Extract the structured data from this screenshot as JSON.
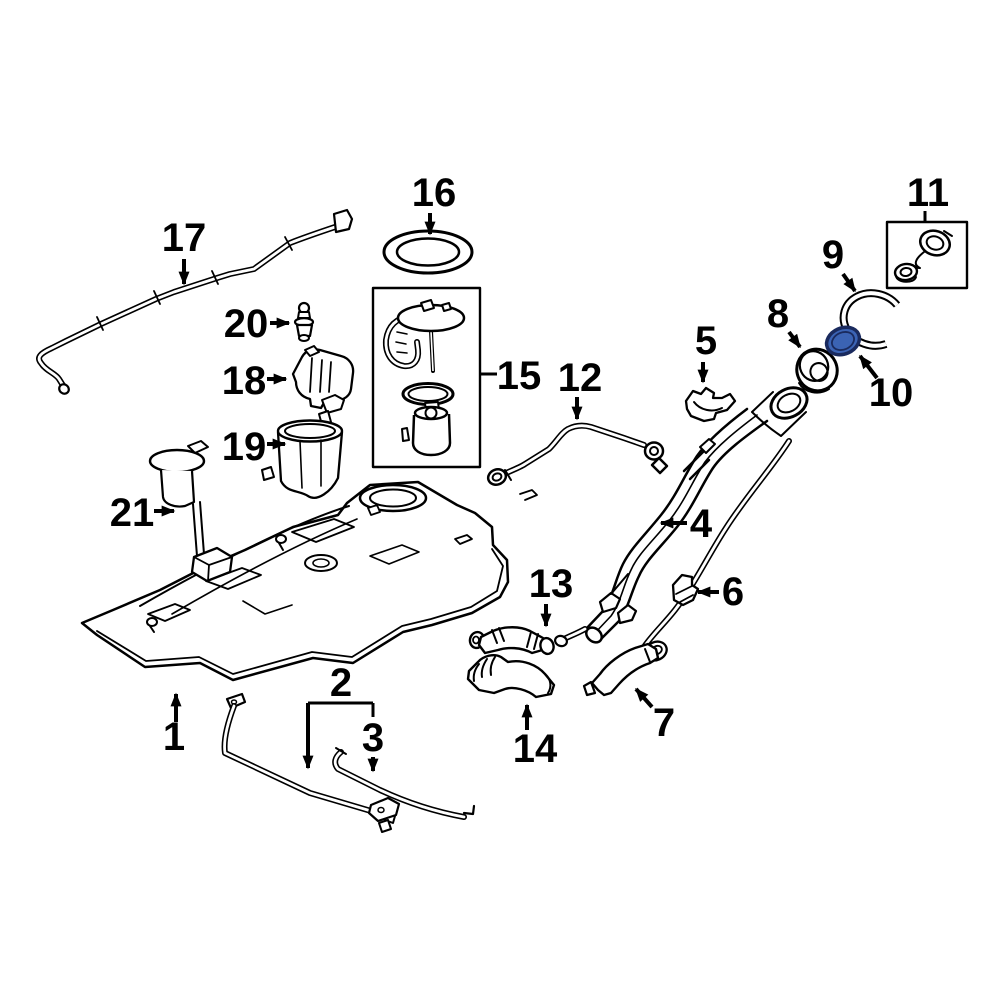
{
  "diagram": {
    "type": "exploded-parts-diagram",
    "subject": "fuel-tank-assembly",
    "background_color": "#ffffff",
    "line_color": "#000000",
    "highlight": {
      "applies_to_callout": "10",
      "fill": "#3b63b4",
      "stroke": "#1a2a5e"
    },
    "callouts": [
      {
        "id": 1,
        "label": "1"
      },
      {
        "id": 2,
        "label": "2"
      },
      {
        "id": 3,
        "label": "3"
      },
      {
        "id": 4,
        "label": "4"
      },
      {
        "id": 5,
        "label": "5"
      },
      {
        "id": 6,
        "label": "6"
      },
      {
        "id": 7,
        "label": "7"
      },
      {
        "id": 8,
        "label": "8"
      },
      {
        "id": 9,
        "label": "9"
      },
      {
        "id": 10,
        "label": "10"
      },
      {
        "id": 11,
        "label": "11"
      },
      {
        "id": 12,
        "label": "12"
      },
      {
        "id": 13,
        "label": "13"
      },
      {
        "id": 14,
        "label": "14"
      },
      {
        "id": 15,
        "label": "15"
      },
      {
        "id": 16,
        "label": "16"
      },
      {
        "id": 17,
        "label": "17"
      },
      {
        "id": 18,
        "label": "18"
      },
      {
        "id": 19,
        "label": "19"
      },
      {
        "id": 20,
        "label": "20"
      },
      {
        "id": 21,
        "label": "21"
      }
    ]
  }
}
